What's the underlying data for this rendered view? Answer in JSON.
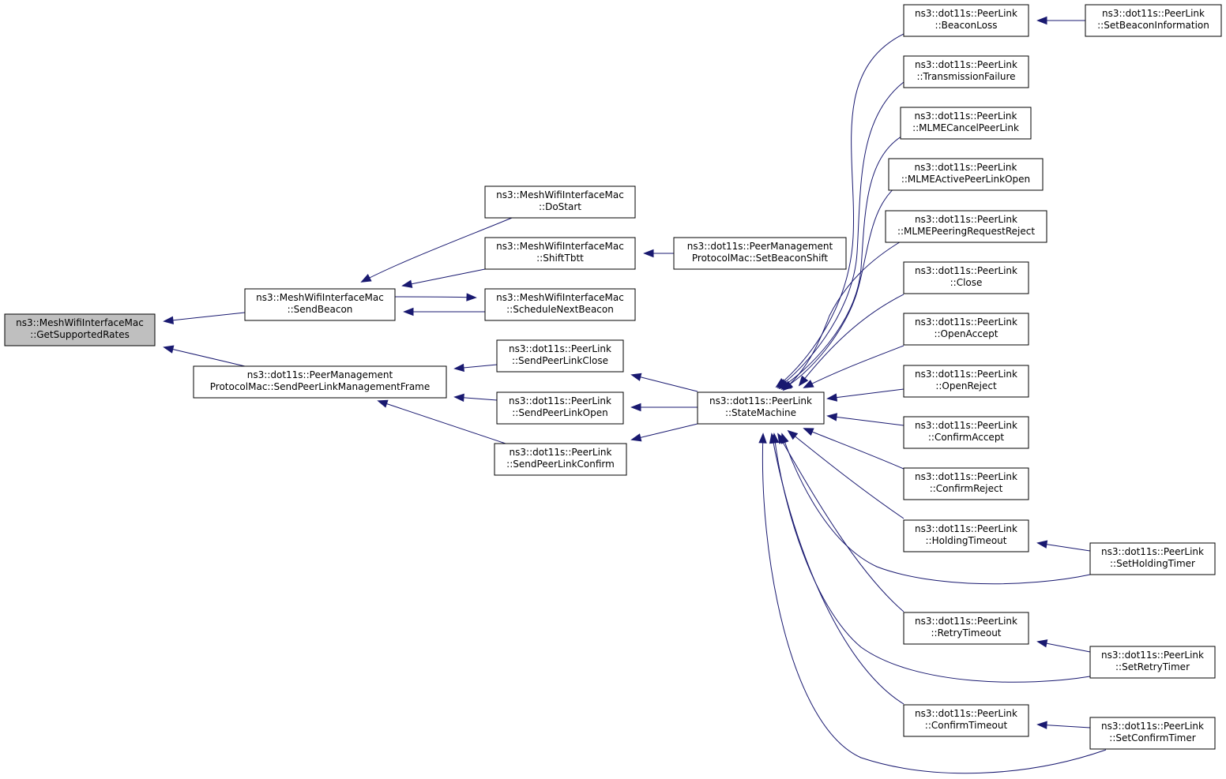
{
  "colors": {
    "edge": "#191970",
    "node_border": "#000000",
    "root_fill": "#bfbfbf",
    "node_fill": "#ffffff"
  },
  "nodes": {
    "getSupportedRates": {
      "lines": [
        "ns3::MeshWifiInterfaceMac",
        "::GetSupportedRates"
      ],
      "root": true
    },
    "sendBeacon": {
      "lines": [
        "ns3::MeshWifiInterfaceMac",
        "::SendBeacon"
      ]
    },
    "sendPeerLinkMgmtFrame": {
      "lines": [
        "ns3::dot11s::PeerManagement",
        "ProtocolMac::SendPeerLinkManagementFrame"
      ]
    },
    "doStart": {
      "lines": [
        "ns3::MeshWifiInterfaceMac",
        "::DoStart"
      ]
    },
    "shiftTbtt": {
      "lines": [
        "ns3::MeshWifiInterfaceMac",
        "::ShiftTbtt"
      ]
    },
    "scheduleNextBeacon": {
      "lines": [
        "ns3::MeshWifiInterfaceMac",
        "::ScheduleNextBeacon"
      ]
    },
    "setBeaconShift": {
      "lines": [
        "ns3::dot11s::PeerManagement",
        "ProtocolMac::SetBeaconShift"
      ]
    },
    "sendPeerLinkClose": {
      "lines": [
        "ns3::dot11s::PeerLink",
        "::SendPeerLinkClose"
      ]
    },
    "sendPeerLinkOpen": {
      "lines": [
        "ns3::dot11s::PeerLink",
        "::SendPeerLinkOpen"
      ]
    },
    "sendPeerLinkConfirm": {
      "lines": [
        "ns3::dot11s::PeerLink",
        "::SendPeerLinkConfirm"
      ]
    },
    "stateMachine": {
      "lines": [
        "ns3::dot11s::PeerLink",
        "::StateMachine"
      ]
    },
    "beaconLoss": {
      "lines": [
        "ns3::dot11s::PeerLink",
        "::BeaconLoss"
      ]
    },
    "transmissionFailure": {
      "lines": [
        "ns3::dot11s::PeerLink",
        "::TransmissionFailure"
      ]
    },
    "mlmeCancelPeerLink": {
      "lines": [
        "ns3::dot11s::PeerLink",
        "::MLMECancelPeerLink"
      ]
    },
    "mlmeActivePeerLinkOpen": {
      "lines": [
        "ns3::dot11s::PeerLink",
        "::MLMEActivePeerLinkOpen"
      ]
    },
    "mlmePeeringRequestReject": {
      "lines": [
        "ns3::dot11s::PeerLink",
        "::MLMEPeeringRequestReject"
      ]
    },
    "close": {
      "lines": [
        "ns3::dot11s::PeerLink",
        "::Close"
      ]
    },
    "openAccept": {
      "lines": [
        "ns3::dot11s::PeerLink",
        "::OpenAccept"
      ]
    },
    "openReject": {
      "lines": [
        "ns3::dot11s::PeerLink",
        "::OpenReject"
      ]
    },
    "confirmAccept": {
      "lines": [
        "ns3::dot11s::PeerLink",
        "::ConfirmAccept"
      ]
    },
    "confirmReject": {
      "lines": [
        "ns3::dot11s::PeerLink",
        "::ConfirmReject"
      ]
    },
    "holdingTimeout": {
      "lines": [
        "ns3::dot11s::PeerLink",
        "::HoldingTimeout"
      ]
    },
    "retryTimeout": {
      "lines": [
        "ns3::dot11s::PeerLink",
        "::RetryTimeout"
      ]
    },
    "confirmTimeout": {
      "lines": [
        "ns3::dot11s::PeerLink",
        "::ConfirmTimeout"
      ]
    },
    "setBeaconInformation": {
      "lines": [
        "ns3::dot11s::PeerLink",
        "::SetBeaconInformation"
      ]
    },
    "setHoldingTimer": {
      "lines": [
        "ns3::dot11s::PeerLink",
        "::SetHoldingTimer"
      ]
    },
    "setRetryTimer": {
      "lines": [
        "ns3::dot11s::PeerLink",
        "::SetRetryTimer"
      ]
    },
    "setConfirmTimer": {
      "lines": [
        "ns3::dot11s::PeerLink",
        "::SetConfirmTimer"
      ]
    }
  },
  "edges": [
    {
      "from": "sendBeacon",
      "to": "getSupportedRates"
    },
    {
      "from": "sendPeerLinkMgmtFrame",
      "to": "getSupportedRates"
    },
    {
      "from": "doStart",
      "to": "sendBeacon"
    },
    {
      "from": "shiftTbtt",
      "to": "sendBeacon"
    },
    {
      "from": "scheduleNextBeacon",
      "to": "sendBeacon"
    },
    {
      "from": "sendBeacon",
      "to": "scheduleNextBeacon"
    },
    {
      "from": "setBeaconShift",
      "to": "shiftTbtt"
    },
    {
      "from": "sendPeerLinkClose",
      "to": "sendPeerLinkMgmtFrame"
    },
    {
      "from": "sendPeerLinkOpen",
      "to": "sendPeerLinkMgmtFrame"
    },
    {
      "from": "sendPeerLinkConfirm",
      "to": "sendPeerLinkMgmtFrame"
    },
    {
      "from": "stateMachine",
      "to": "sendPeerLinkClose"
    },
    {
      "from": "stateMachine",
      "to": "sendPeerLinkOpen"
    },
    {
      "from": "stateMachine",
      "to": "sendPeerLinkConfirm"
    },
    {
      "from": "beaconLoss",
      "to": "stateMachine"
    },
    {
      "from": "transmissionFailure",
      "to": "stateMachine"
    },
    {
      "from": "mlmeCancelPeerLink",
      "to": "stateMachine"
    },
    {
      "from": "mlmeActivePeerLinkOpen",
      "to": "stateMachine"
    },
    {
      "from": "mlmePeeringRequestReject",
      "to": "stateMachine"
    },
    {
      "from": "close",
      "to": "stateMachine"
    },
    {
      "from": "openAccept",
      "to": "stateMachine"
    },
    {
      "from": "openReject",
      "to": "stateMachine"
    },
    {
      "from": "confirmAccept",
      "to": "stateMachine"
    },
    {
      "from": "confirmReject",
      "to": "stateMachine"
    },
    {
      "from": "holdingTimeout",
      "to": "stateMachine"
    },
    {
      "from": "retryTimeout",
      "to": "stateMachine"
    },
    {
      "from": "confirmTimeout",
      "to": "stateMachine"
    },
    {
      "from": "setHoldingTimer",
      "to": "stateMachine"
    },
    {
      "from": "setRetryTimer",
      "to": "stateMachine"
    },
    {
      "from": "setConfirmTimer",
      "to": "stateMachine"
    },
    {
      "from": "setBeaconInformation",
      "to": "beaconLoss"
    },
    {
      "from": "setHoldingTimer",
      "to": "holdingTimeout"
    },
    {
      "from": "setRetryTimer",
      "to": "retryTimeout"
    },
    {
      "from": "setConfirmTimer",
      "to": "confirmTimeout"
    }
  ]
}
